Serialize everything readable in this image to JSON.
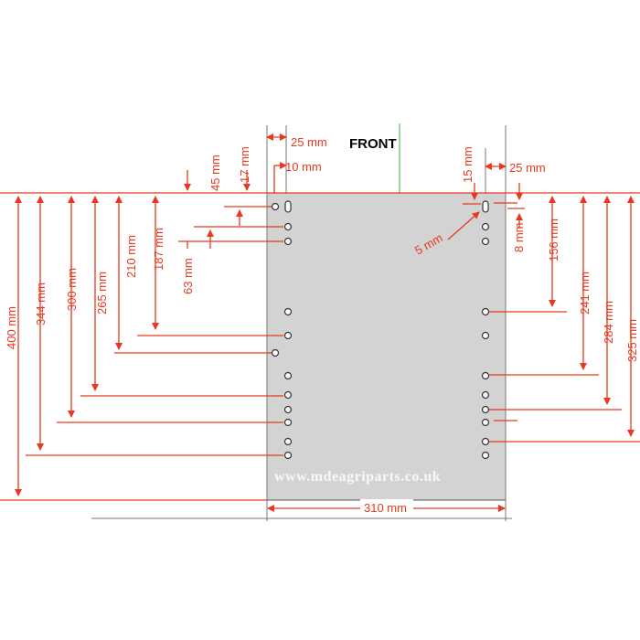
{
  "diagram": {
    "title": "FRONT",
    "watermark": "www.mdeagriparts.co.uk",
    "colors": {
      "plate_fill": "#d3d3d3",
      "plate_stroke": "#555555",
      "dimension": "#e8391e",
      "centerline": "#3cb043",
      "guide": "#777777",
      "hole": "#ffffff",
      "hole_stroke": "#333333"
    },
    "labels": {
      "width": "310 mm",
      "top_left_offset": "25 mm",
      "top_left_slot": "10 mm",
      "top_right_offset": "25 mm",
      "top_right_15": "15 mm",
      "slot_5": "5 mm",
      "slot_8": "8 mm",
      "left_45": "45 mm",
      "left_17": "17 mm",
      "left_63": "63 mm",
      "left_187": "187 mm",
      "left_210": "210 mm",
      "left_265": "265 mm",
      "left_300": "300 mm",
      "left_344": "344 mm",
      "left_400": "400 mm",
      "right_156": "156 mm",
      "right_241": "241 mm",
      "right_284": "284 mm",
      "right_325": "325 mm"
    }
  }
}
